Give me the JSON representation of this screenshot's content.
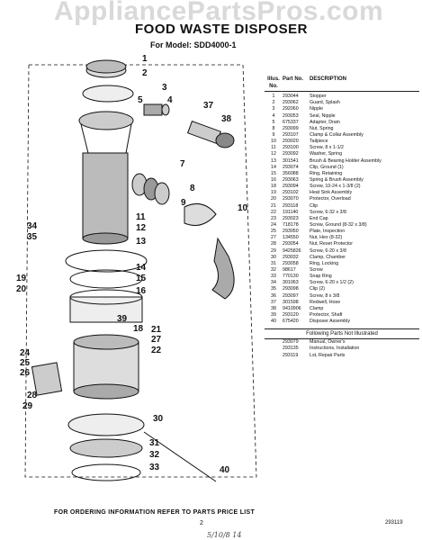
{
  "watermark": "AppliancePartsPros.com",
  "title": "FOOD WASTE DISPOSER",
  "subtitle": "For Model: SDD4000-1",
  "table": {
    "col_illus": "Illus. No.",
    "col_part": "Part No.",
    "col_desc": "DESCRIPTION",
    "rows": [
      [
        "1",
        "293044",
        "Stopper"
      ],
      [
        "2",
        "293062",
        "Guard, Splash"
      ],
      [
        "3",
        "292060",
        "Nipple"
      ],
      [
        "4",
        "293053",
        "Seal, Nipple"
      ],
      [
        "5",
        "675337",
        "Adapter, Drain"
      ],
      [
        "8",
        "293099",
        "Nut, Spring"
      ],
      [
        "9",
        "293107",
        "Clamp & Collar Assembly"
      ],
      [
        "10",
        "293020",
        "Tailpiece"
      ],
      [
        "11",
        "293100",
        "Screw, 8 x 1-1/2"
      ],
      [
        "12",
        "293092",
        "Washer, Spring"
      ],
      [
        "13",
        "301541",
        "Brush & Bearing Holder Assembly"
      ],
      [
        "14",
        "293074",
        "Clip, Ground (1)"
      ],
      [
        "15",
        "356088",
        "Ring, Retaining"
      ],
      [
        "16",
        "293063",
        "Spring & Brush Assembly"
      ],
      [
        "18",
        "293094",
        "Screw, 10-24 x 1-3/8 (2)"
      ],
      [
        "19",
        "293102",
        "Heat Sink Assembly"
      ],
      [
        "20",
        "293070",
        "Protector, Overload"
      ],
      [
        "21",
        "293118",
        "Clip"
      ],
      [
        "22",
        "191140",
        "Screw, 6-32 x 3/8"
      ],
      [
        "23",
        "293023",
        "End Cap"
      ],
      [
        "24",
        "718178",
        "Screw, Ground (8-32 x 3/8)"
      ],
      [
        "25",
        "293050",
        "Plate, Inspection"
      ],
      [
        "27",
        "134550",
        "Nut, Hex (8-32)"
      ],
      [
        "28",
        "293054",
        "Nut, Reset Protector"
      ],
      [
        "29",
        "9425826",
        "Screw, 6-20 x 3/8"
      ],
      [
        "30",
        "293032",
        "Clamp, Chamber"
      ],
      [
        "31",
        "293058",
        "Ring, Locking"
      ],
      [
        "32",
        "98617",
        "Screw"
      ],
      [
        "33",
        "770130",
        "Snap Ring"
      ],
      [
        "34",
        "301063",
        "Screw, 6-20 x 1/2 (2)"
      ],
      [
        "35",
        "293098",
        "Clip (2)"
      ],
      [
        "36",
        "293097",
        "Screw, 8 x 3/8"
      ],
      [
        "37",
        "301598",
        "Redwell, Hose"
      ],
      [
        "38",
        "9410906",
        "Clamp"
      ],
      [
        "39",
        "293120",
        "Protector, Shaft"
      ],
      [
        "40",
        "675420",
        "Disposer Assembly"
      ]
    ],
    "not_illustrated_header": "Following Parts Not Illustrated",
    "not_illustrated": [
      [
        "293079",
        "Manual, Owner's"
      ],
      [
        "293135",
        "Instructions, Installation"
      ],
      [
        "293119",
        "Lst, Repair Parts"
      ]
    ]
  },
  "callouts": [
    "1",
    "2",
    "3",
    "4",
    "5",
    "37",
    "38",
    "7",
    "8",
    "9",
    "10",
    "11",
    "12",
    "13",
    "14",
    "15",
    "16",
    "34",
    "35",
    "19",
    "20",
    "39",
    "18",
    "21",
    "27",
    "22",
    "24",
    "25",
    "26",
    "28",
    "29",
    "30",
    "31",
    "32",
    "33",
    "40"
  ],
  "footer": "FOR ORDERING INFORMATION REFER TO PARTS PRICE LIST",
  "page_number": "2",
  "doc_code": "293119",
  "handwriting": "5/10/8 14"
}
